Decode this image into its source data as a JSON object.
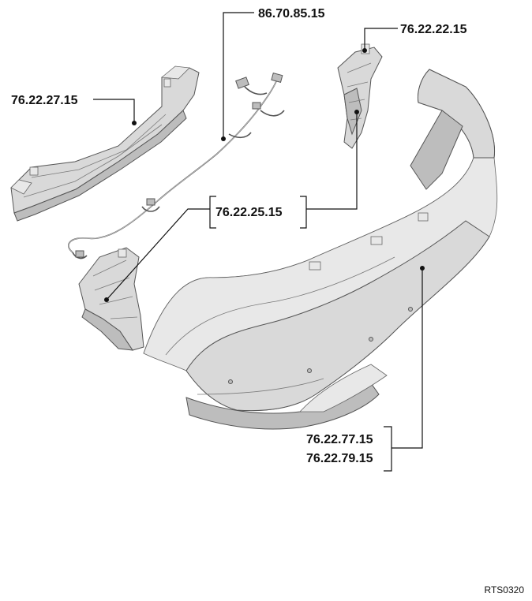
{
  "callouts": [
    {
      "id": "wiring-harness",
      "label": "86.70.85.15"
    },
    {
      "id": "upper-bracket",
      "label": "76.22.22.15"
    },
    {
      "id": "bumper-beam",
      "label": "76.22.27.15"
    },
    {
      "id": "side-brackets",
      "label": "76.22.25.15"
    },
    {
      "id": "bumper-cover-a",
      "label": "76.22.77.15"
    },
    {
      "id": "bumper-cover-b",
      "label": "76.22.79.15"
    }
  ],
  "reference_code": "RTS0320"
}
